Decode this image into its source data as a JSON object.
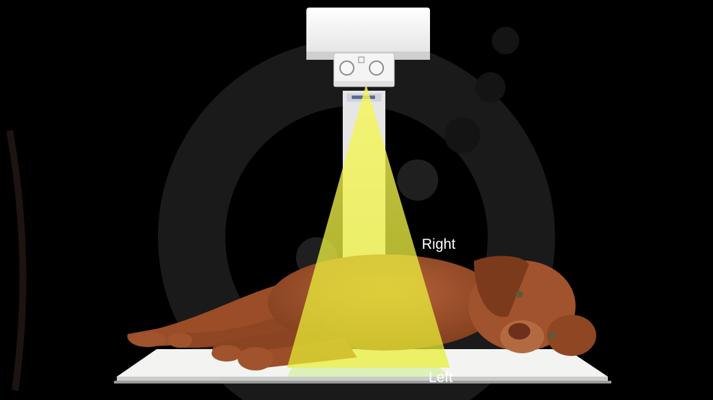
{
  "labels": {
    "right": "Right",
    "left": "Left"
  },
  "colors": {
    "background": "#000000",
    "decor_ring": "#1a1a1a",
    "beam": "#f2f24a",
    "label_text": "#ffffff",
    "dog_fur": "#a0532c",
    "table_top": "#f3f4f2"
  },
  "icons": [
    "x-ray-tube-head",
    "collimator-knob",
    "light-beam",
    "dog",
    "x-ray-table"
  ]
}
